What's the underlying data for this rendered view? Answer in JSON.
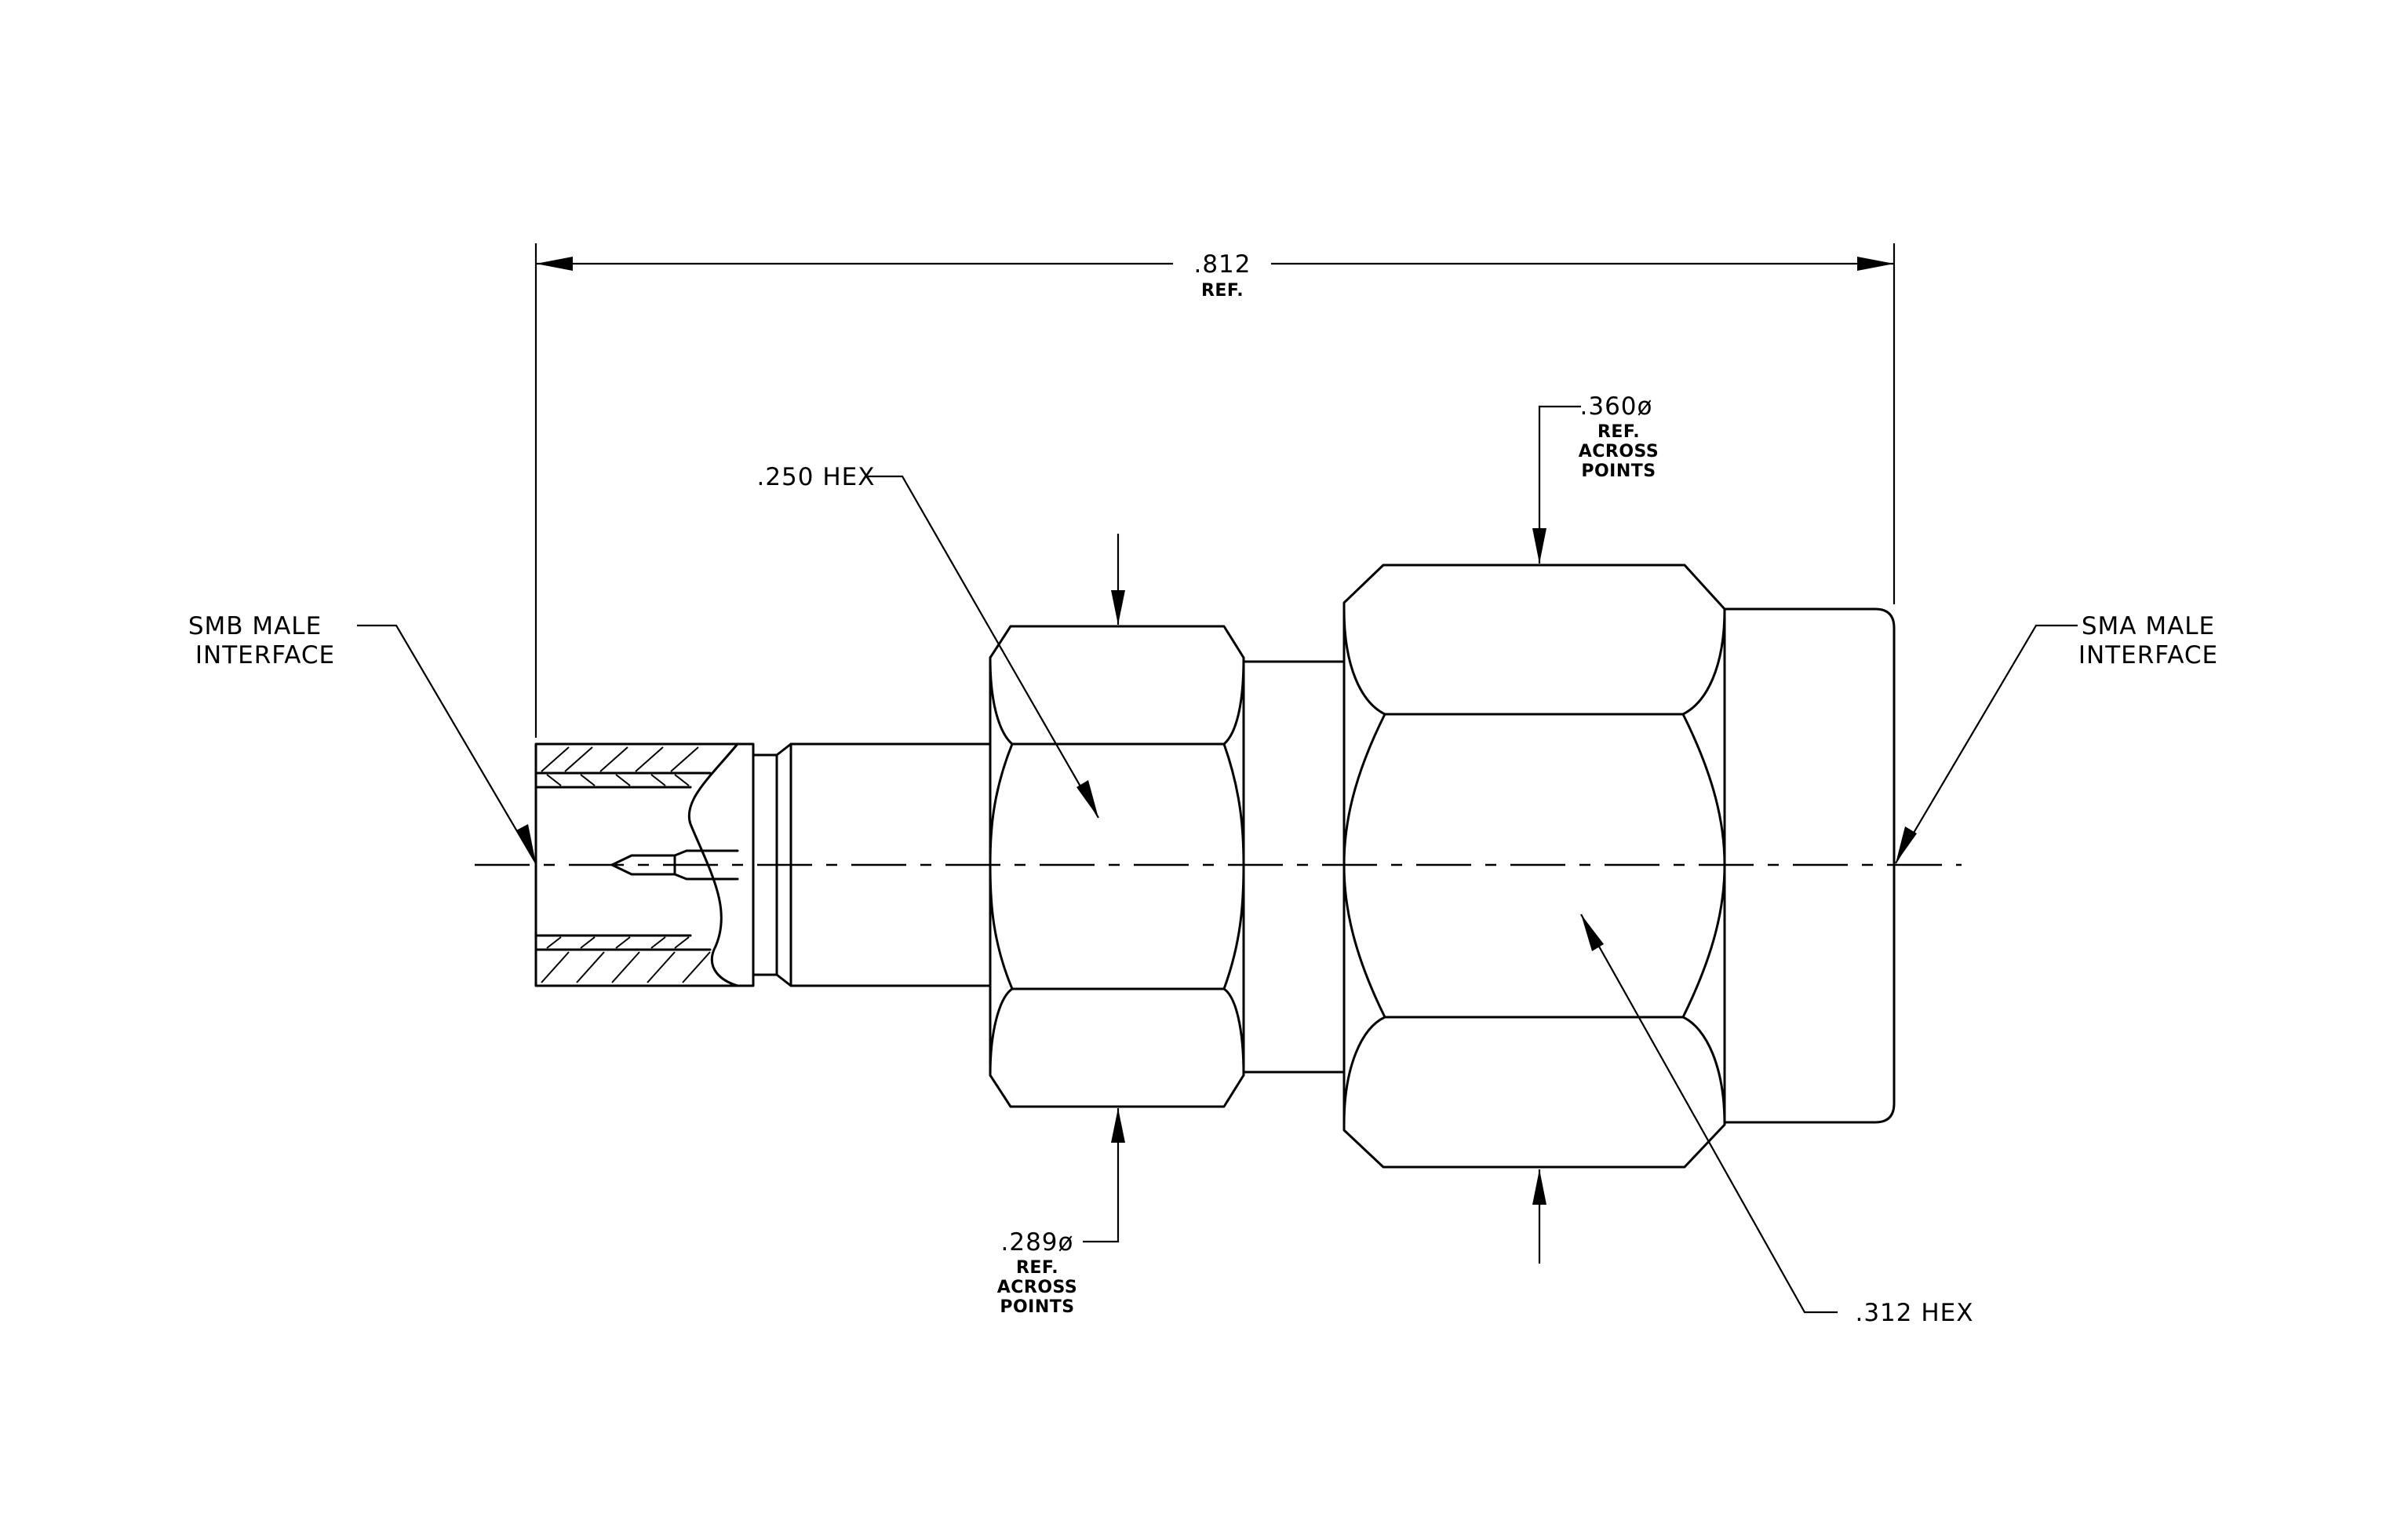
{
  "labels": {
    "overall_length": ".812",
    "overall_length_note": "REF.",
    "smb_line1": "SMB MALE",
    "smb_line2": "INTERFACE",
    "sma_line1": "SMA MALE",
    "sma_line2": "INTERFACE",
    "hex_small": ".250 HEX",
    "hex_large": ".312 HEX",
    "dia_large": ".360ø",
    "dia_large_note1": "REF.",
    "dia_large_note2": "ACROSS",
    "dia_large_note3": "POINTS",
    "dia_small": ".289ø",
    "dia_small_note1": "REF.",
    "dia_small_note2": "ACROSS",
    "dia_small_note3": "POINTS"
  }
}
